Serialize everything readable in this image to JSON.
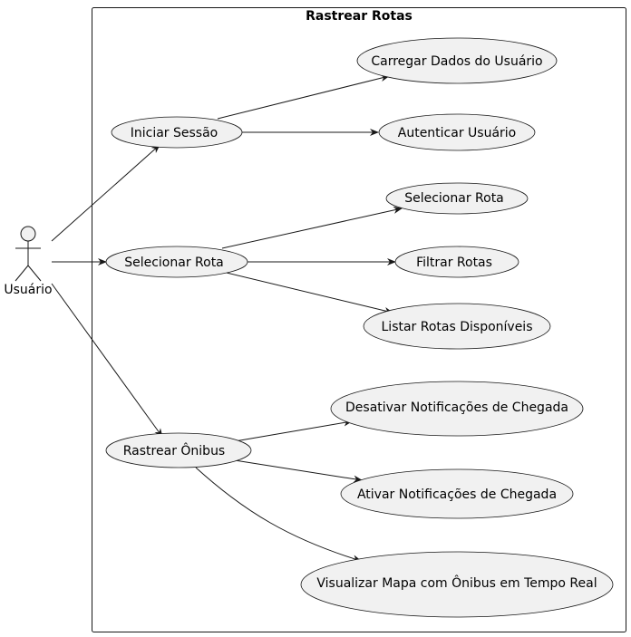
{
  "system": {
    "title": "Rastrear Rotas"
  },
  "actor": {
    "name": "Usuário"
  },
  "use_cases": {
    "iniciar_sessao": "Iniciar Sessão",
    "carregar_dados": "Carregar Dados do Usuário",
    "autenticar": "Autenticar Usuário",
    "selecionar_rota_main": "Selecionar Rota",
    "selecionar_rota_sub": "Selecionar Rota",
    "filtrar_rotas": "Filtrar Rotas",
    "listar_rotas": "Listar Rotas Disponíveis",
    "rastrear_onibus": "Rastrear Ônibus",
    "desativar_notif": "Desativar Notificações de Chegada",
    "ativar_notif": "Ativar Notificações de Chegada",
    "visualizar_mapa": "Visualizar Mapa com Ônibus em Tempo Real"
  },
  "colors": {
    "use_case_fill": "#f1f1f1",
    "stroke": "#181818",
    "background": "#ffffff"
  }
}
